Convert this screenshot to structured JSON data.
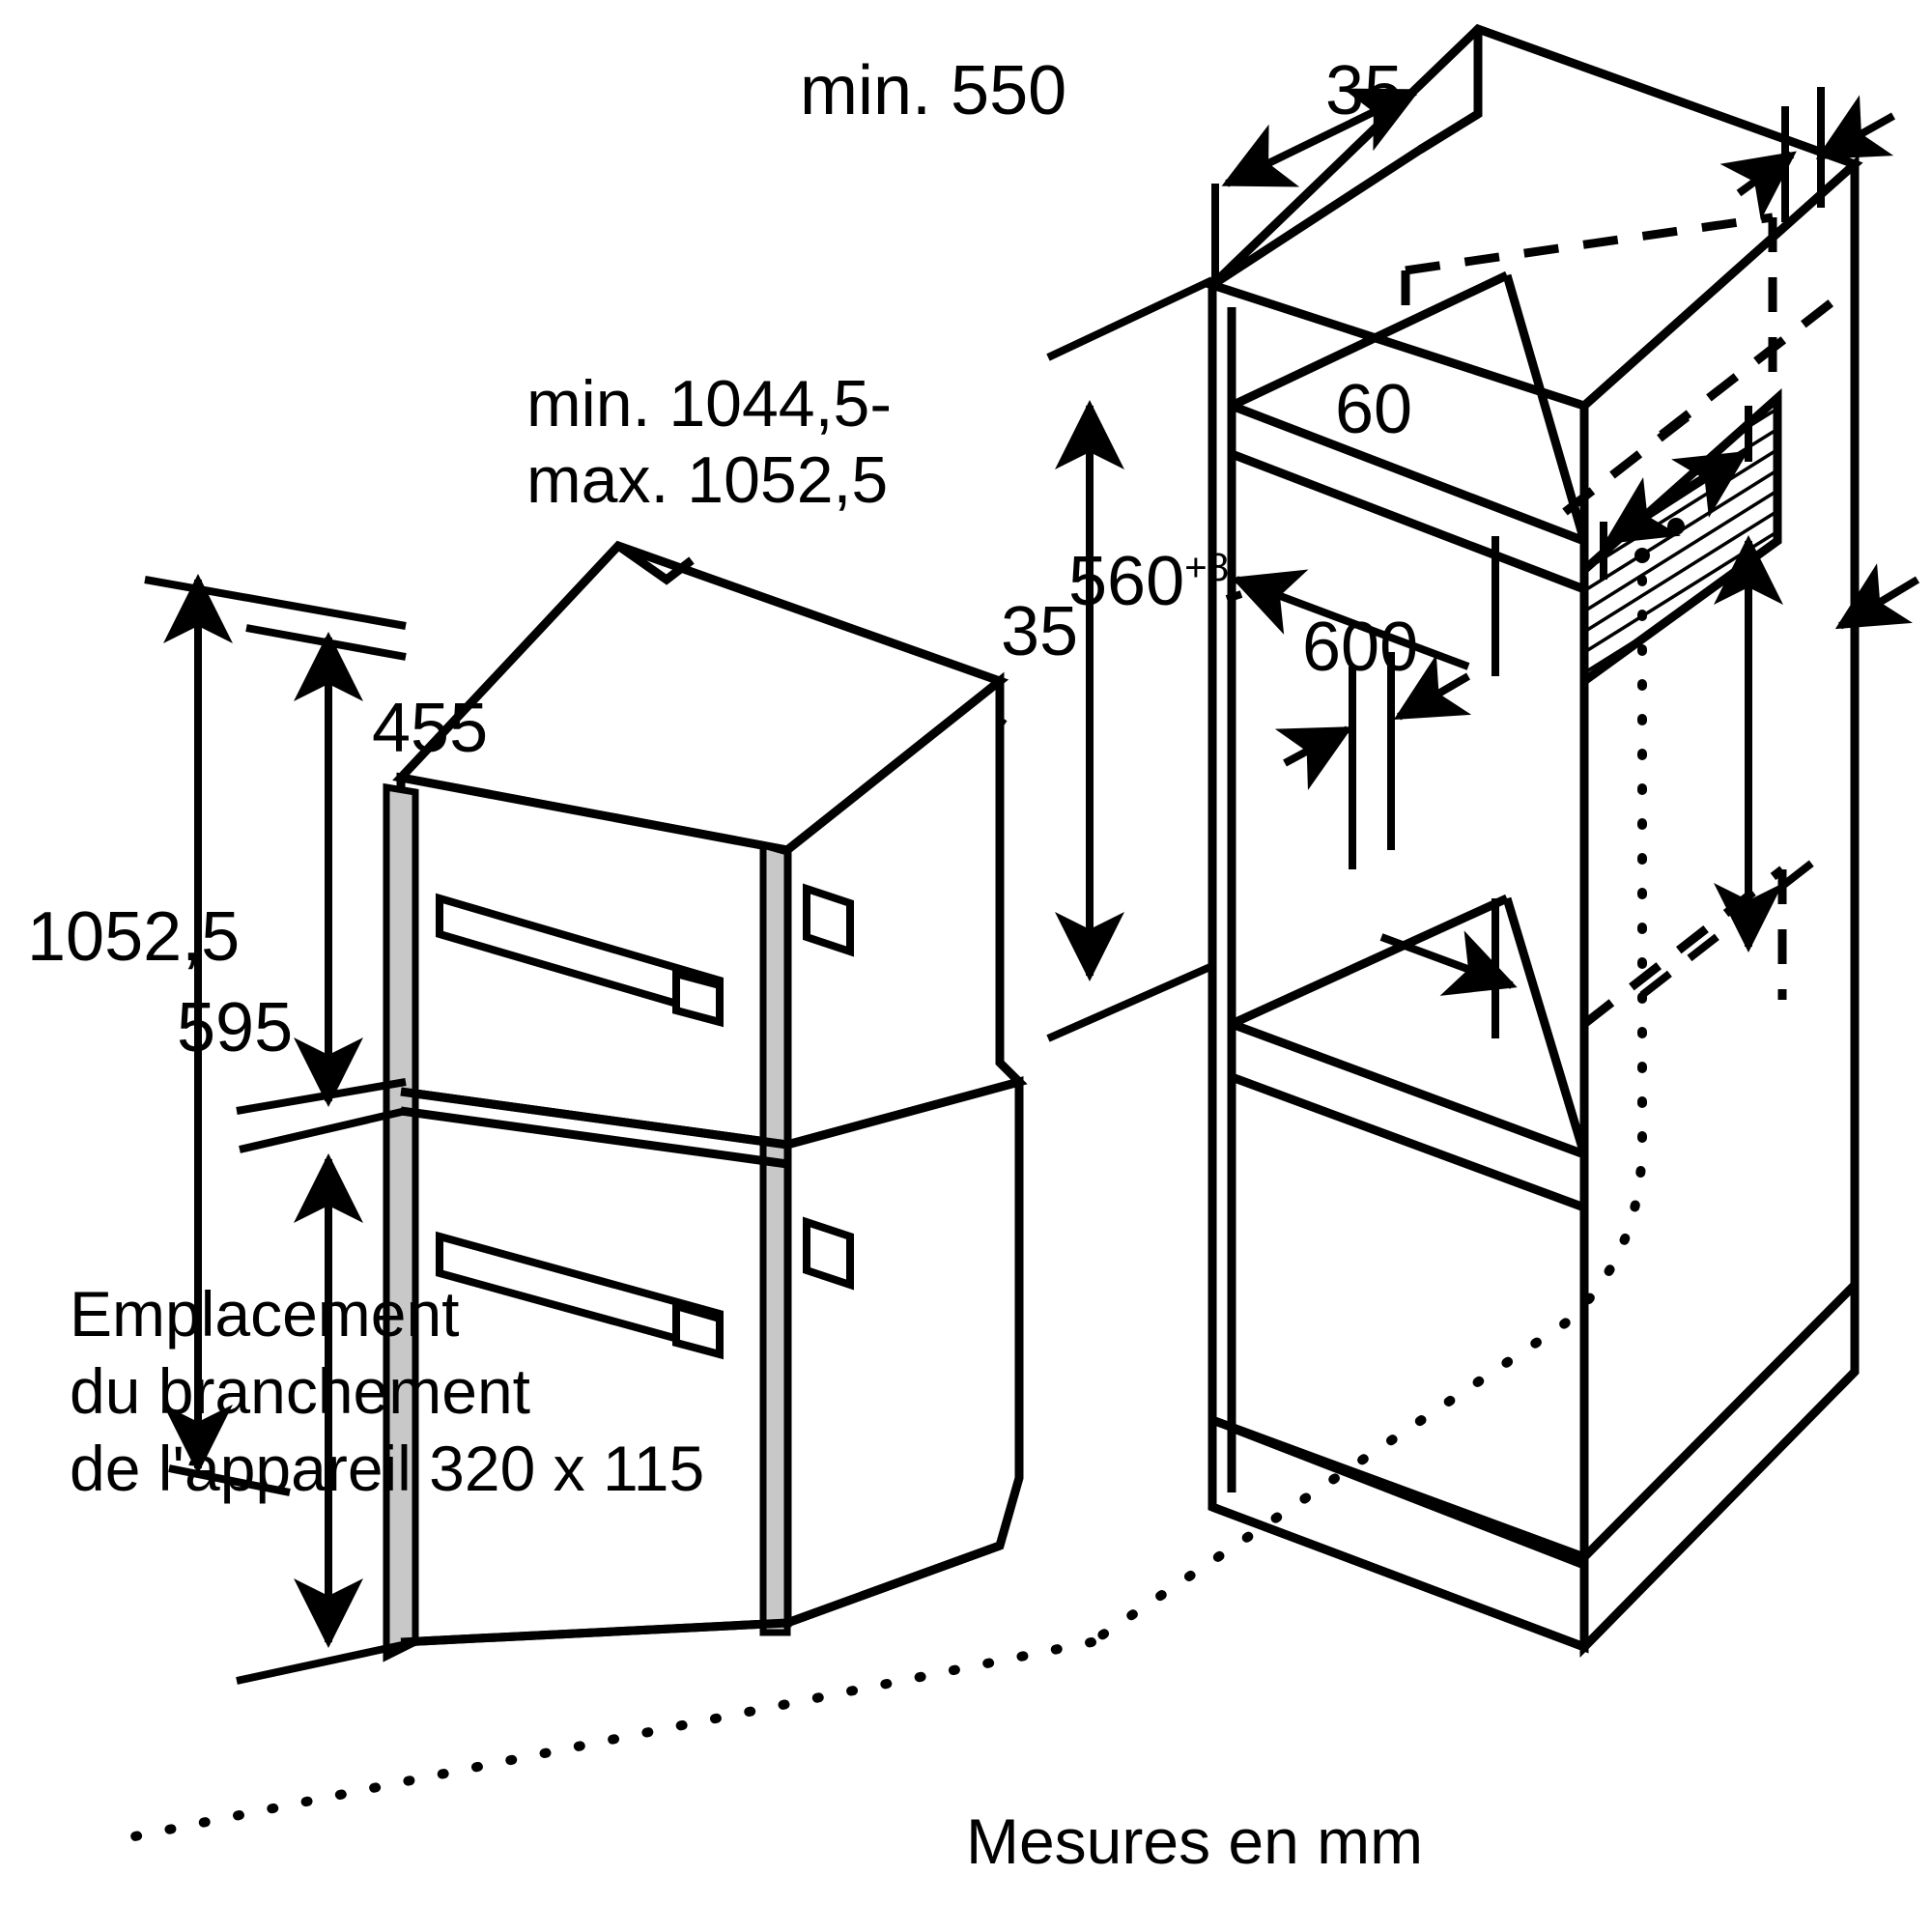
{
  "diagram": {
    "title_semantics": "built-in double oven niche installation dimensions",
    "units_note": "Mesures en mm",
    "connection_note_lines": [
      "Emplacement",
      "du branchement",
      "de l'appareil 320 x 115"
    ],
    "connection_note_full": "Emplacement du branchement de l'appareil 320 x 115",
    "colors": {
      "line": "#000000",
      "background": "#ffffff",
      "panel_fill": "#c8c8c8",
      "hatch": "#000000"
    }
  },
  "dimensions": {
    "niche_depth_min": "min. 550",
    "niche_side_top": "35",
    "niche_height_range_line1": "min. 1044,5-",
    "niche_height_range_line2": "max. 1052,5",
    "niche_width": "560",
    "niche_width_tolerance": "+8",
    "niche_shelf_offset": "35",
    "connection_box_depth": "60",
    "connection_box_height": "600",
    "appliance_total_height": "1052,5",
    "appliance_upper_height": "455",
    "appliance_lower_height": "595"
  },
  "labels": [
    {
      "id": "min-550",
      "text": "min. 550"
    },
    {
      "id": "top-35",
      "text": "35"
    },
    {
      "id": "range-1",
      "text": "min. 1044,5-"
    },
    {
      "id": "range-2",
      "text": "max. 1052,5"
    },
    {
      "id": "width-560",
      "text": "560"
    },
    {
      "id": "width-sup-8",
      "text": "+8"
    },
    {
      "id": "shelf-35",
      "text": "35"
    },
    {
      "id": "depth-60",
      "text": "60"
    },
    {
      "id": "height-600",
      "text": "600"
    },
    {
      "id": "total-1052-5",
      "text": "1052,5"
    },
    {
      "id": "upper-455",
      "text": "455"
    },
    {
      "id": "lower-595",
      "text": "595"
    },
    {
      "id": "units",
      "text": "Mesures en mm"
    }
  ]
}
